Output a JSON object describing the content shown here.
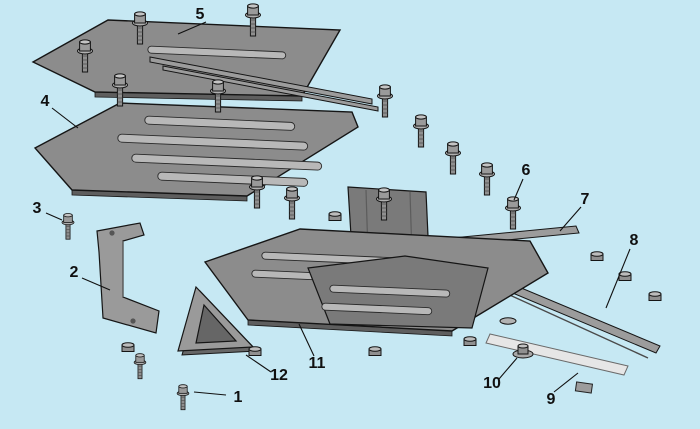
{
  "diagram": {
    "type": "exploded-parts-diagram",
    "background_color": "#c6e8f3",
    "part_fill_color": "#8c8c8c",
    "outline_color": "#151515",
    "callouts": {
      "c1": {
        "label": "1"
      },
      "c2": {
        "label": "2"
      },
      "c3": {
        "label": "3"
      },
      "c4": {
        "label": "4"
      },
      "c5": {
        "label": "5"
      },
      "c6": {
        "label": "6"
      },
      "c7": {
        "label": "7"
      },
      "c8": {
        "label": "8"
      },
      "c9": {
        "label": "9"
      },
      "c10": {
        "label": "10"
      },
      "c11": {
        "label": "11"
      },
      "c12": {
        "label": "12"
      }
    }
  }
}
